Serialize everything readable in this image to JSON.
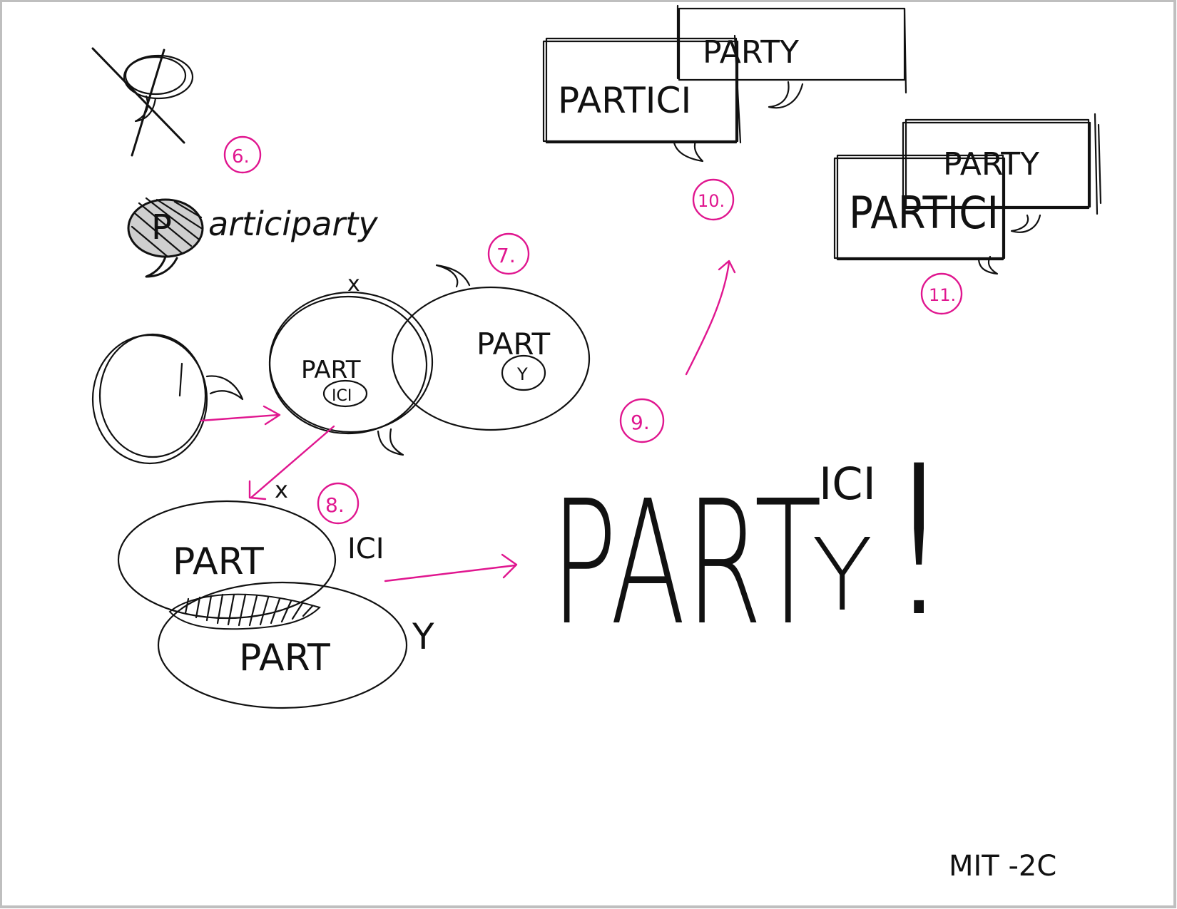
{
  "colors": {
    "ink": "#111111",
    "accent": "#e0168f",
    "frame": "#bfbfbf"
  },
  "steps": {
    "s6": "6.",
    "s7": "7.",
    "s8": "8.",
    "s9": "9.",
    "s10": "10.",
    "s11": "11."
  },
  "logo6": {
    "initial": "P",
    "rest": "articiparty"
  },
  "venn7": {
    "left_main": "PART",
    "left_sub": "ICI",
    "right_main": "PART",
    "right_sub": "Y",
    "mark": "x"
  },
  "venn8": {
    "top_main": "PART",
    "top_suffix": "ICI",
    "bottom_main": "PART",
    "bottom_suffix": "Y",
    "mark": "x"
  },
  "big9": {
    "main": "PART",
    "upper": "ICI",
    "lower": "Y",
    "bang": "!"
  },
  "box10": {
    "front": "PARTICI",
    "back": "PARTY"
  },
  "box11": {
    "front": "PARTICI",
    "back": "PARTY"
  },
  "footer": {
    "code": "MIT -2C"
  }
}
